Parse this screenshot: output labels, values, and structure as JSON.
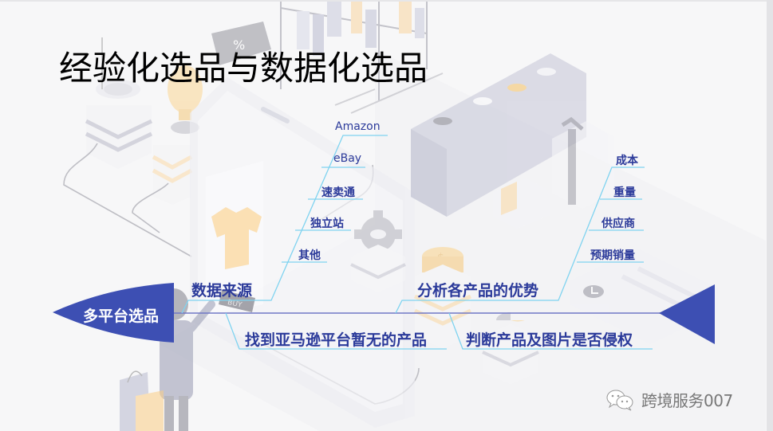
{
  "slide": {
    "title": "经验化选品与数据化选品",
    "background_color": "#f7f7f8",
    "accent_color": "#3d4fb3",
    "branch_line_color": "#7fd3f0",
    "label_color": "#2b3a9a"
  },
  "fishbone": {
    "head": {
      "label": "多平台选品",
      "color": "#3d4fb3"
    },
    "tail": {
      "color": "#3d4fb3"
    },
    "branches": [
      {
        "label": "数据来源",
        "position": "top",
        "sub_items": [
          "Amazon",
          "eBay",
          "速卖通",
          "独立站",
          "其他"
        ]
      },
      {
        "label": "分析各产品的优势",
        "position": "top",
        "sub_items": [
          "成本",
          "重量",
          "供应商",
          "预期销量"
        ]
      },
      {
        "label": "找到亚马逊平台暂无的产品",
        "position": "bottom",
        "sub_items": []
      },
      {
        "label": "判断产品及图片是否侵权",
        "position": "bottom",
        "sub_items": []
      }
    ]
  },
  "footer": {
    "icon": "wechat-icon",
    "text": "跨境服务007"
  },
  "illustration": {
    "icons": [
      "clothes-rack-icon",
      "discount-tag-icon",
      "trophy-icon",
      "target-icon",
      "phone-icon",
      "tshirt-icon",
      "shoe-shelf-icon",
      "gift-box-icon",
      "gear-icon",
      "coin-stack-icon",
      "clock-icon",
      "shopper-person-icon",
      "shopping-bag-icon",
      "buy-sign-icon"
    ]
  }
}
